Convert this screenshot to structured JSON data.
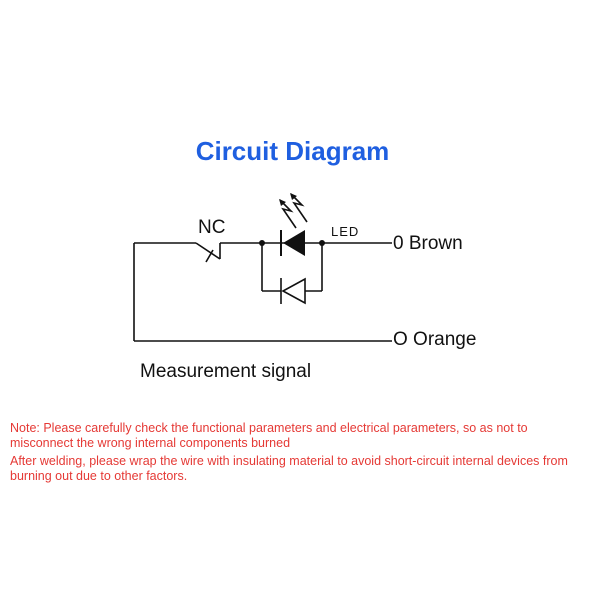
{
  "title": "Circuit Diagram",
  "labels": {
    "switch": "NC",
    "led": "LED",
    "terminal_top": "0 Brown",
    "terminal_bottom": "O Orange",
    "signal": "Measurement signal"
  },
  "notes": [
    "Note: Please carefully check the functional parameters and electrical parameters, so as not to misconnect the wrong internal components burned",
    "After welding, please wrap the wire with insulating material to avoid short-circuit internal devices from burning out due to other factors."
  ],
  "colors": {
    "title": "#1f5fe0",
    "notes": "#e53935",
    "lines": "#111111"
  }
}
